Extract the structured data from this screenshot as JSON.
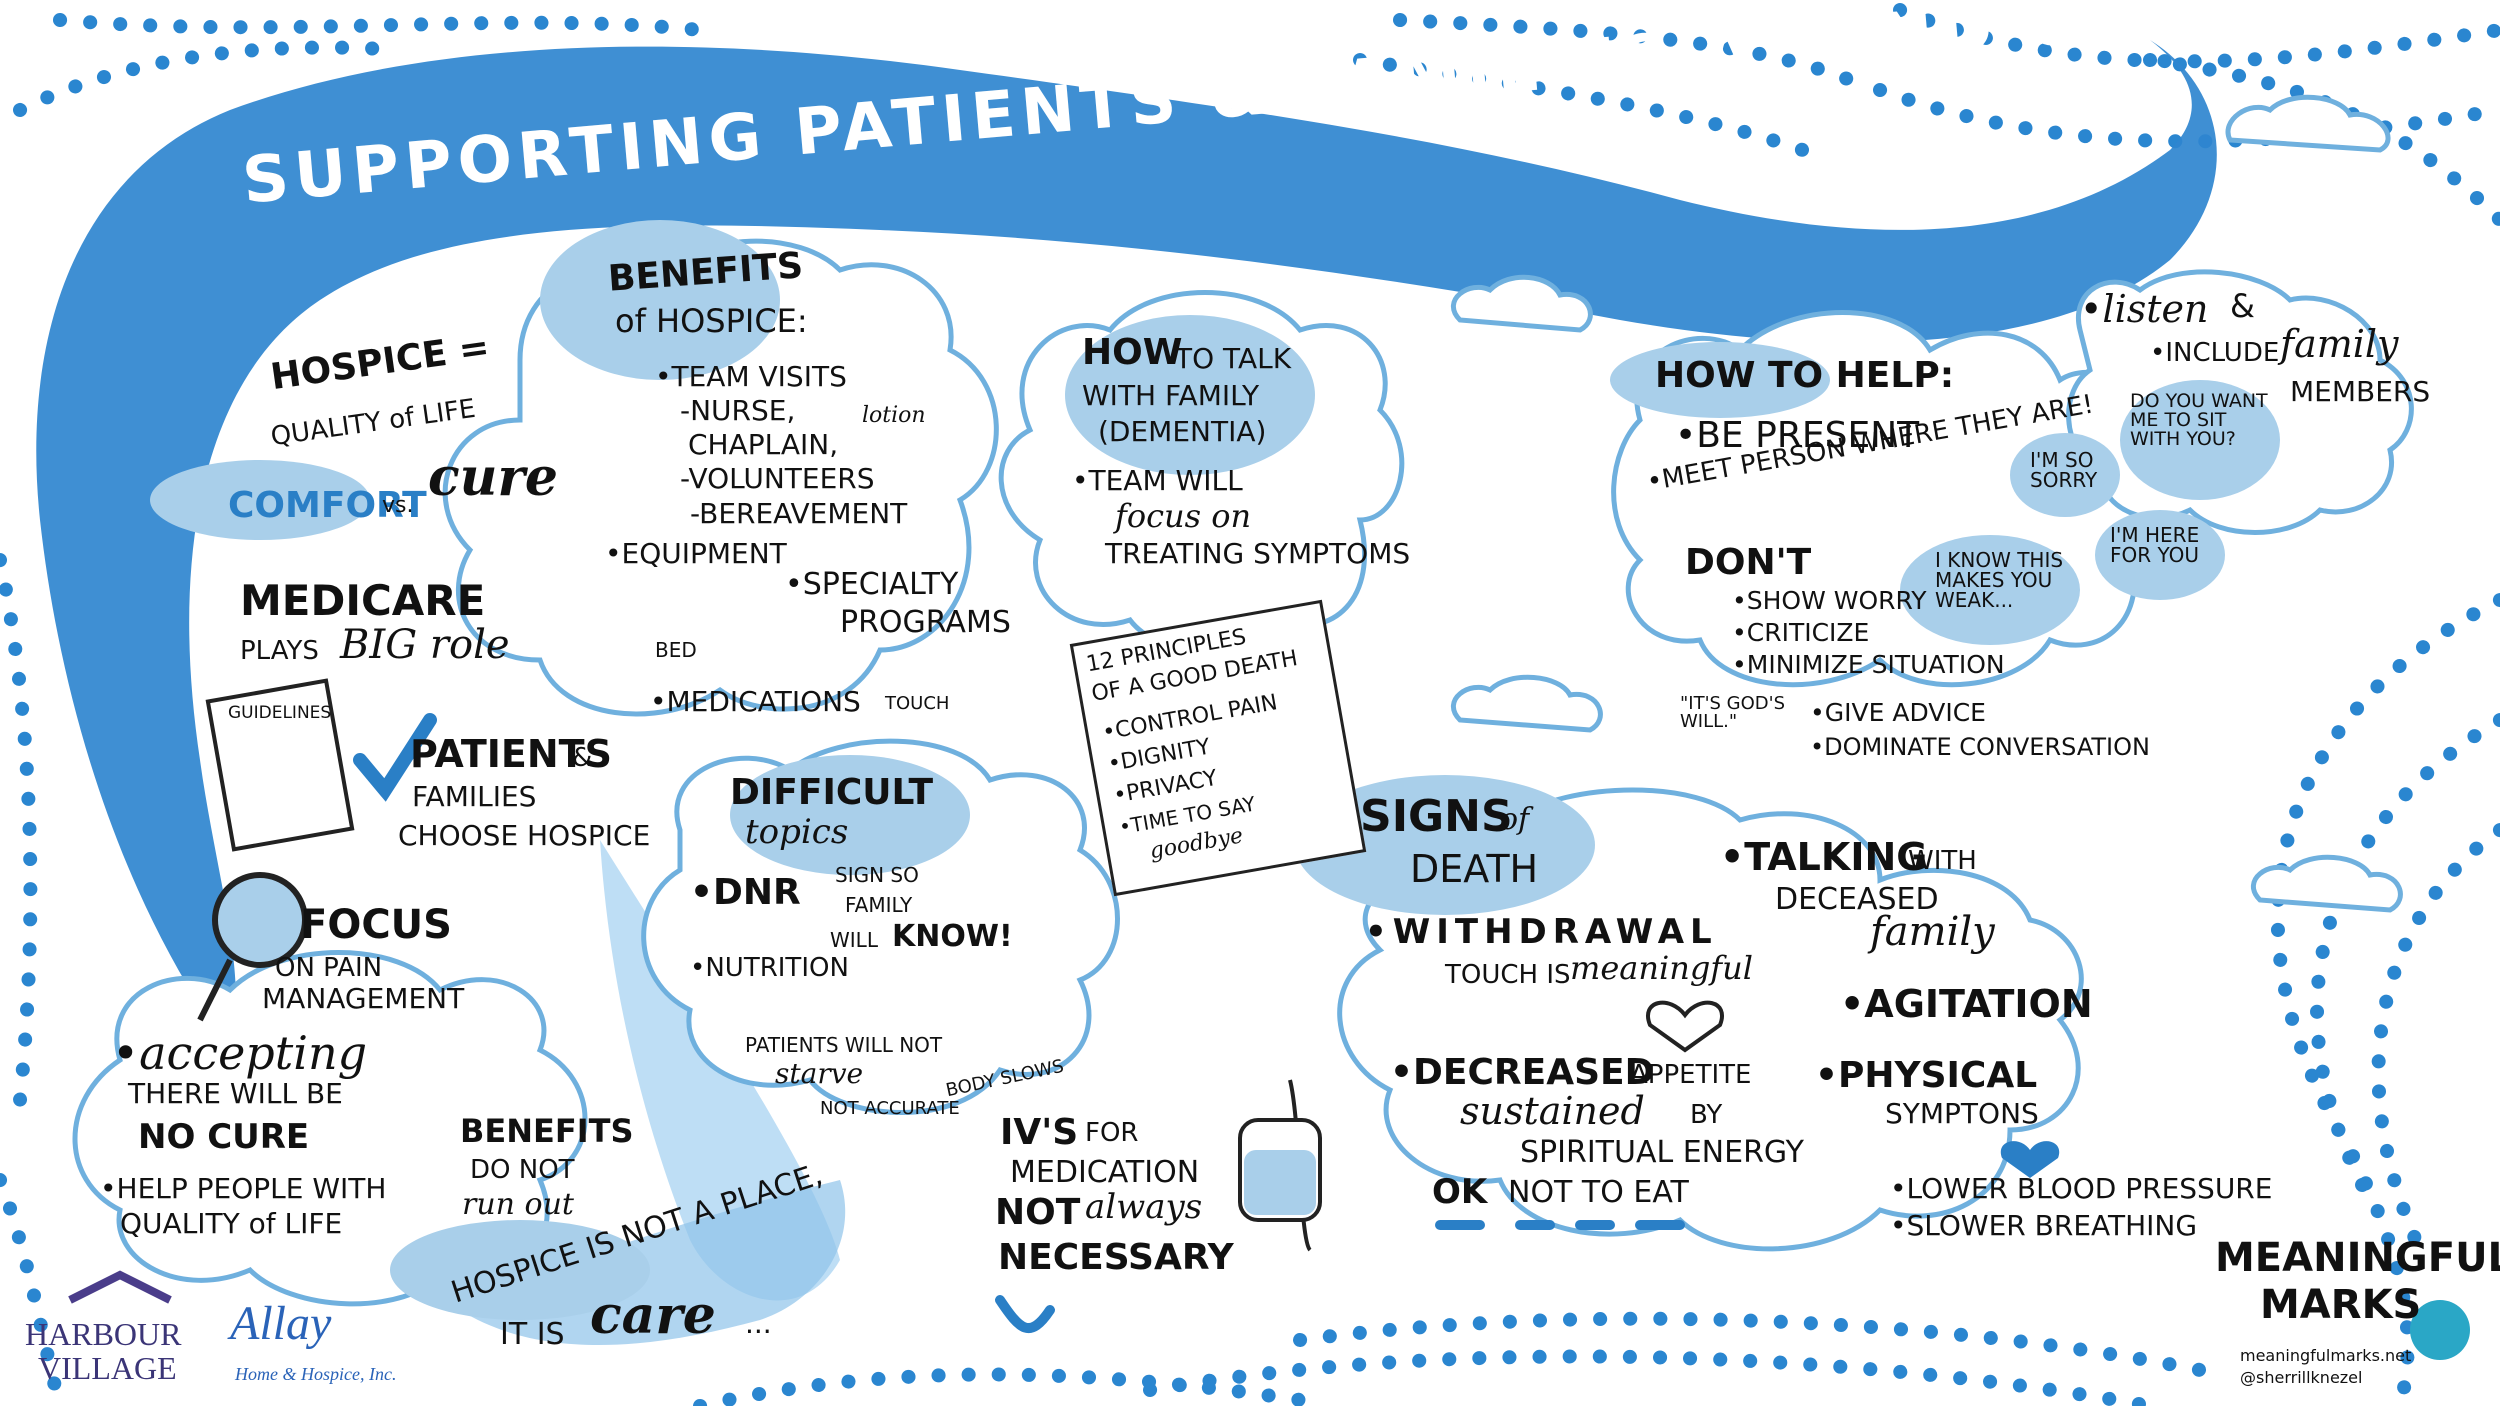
{
  "title": "SUPPORTING PATIENTS & FAMILIES AT END OF LIFE",
  "colors": {
    "accent": "#2a7fc6",
    "light": "#a9cfea",
    "ink": "#111111",
    "cloud_outline": "#6fb0de"
  },
  "hospice": {
    "heading": "HOSPICE =",
    "quality": "QUALITY of LIFE",
    "comfort": "COMFORT",
    "vs": "vs.",
    "cure": "cure",
    "medicare": "MEDICARE",
    "plays": "PLAYS",
    "big_role": "BIG role",
    "guidelines": "GUIDELINES",
    "patients": "PATIENTS",
    "amp": "&",
    "families": "FAMILIES",
    "choose": "CHOOSE HOSPICE"
  },
  "benefits_hospice": {
    "heading": "BENEFITS",
    "sub": "of HOSPICE:",
    "team_visits": "•TEAM VISITS",
    "nurse": "-NURSE,",
    "chaplain": "CHAPLAIN,",
    "volunteers": "-VOLUNTEERS",
    "bereavement": "-BEREAVEMENT",
    "lotion": "lotion",
    "equipment": "•EQUIPMENT",
    "bed": "BED",
    "specialty": "•SPECIALTY",
    "programs": "PROGRAMS",
    "medications": "•MEDICATIONS",
    "touch": "TOUCH"
  },
  "talk": {
    "how": "HOW",
    "to_talk": "TO TALK",
    "with_family": "WITH FAMILY",
    "dementia": "(DEMENTIA)",
    "team_will": "•TEAM WILL",
    "focus_on": "focus on",
    "treating": "TREATING SYMPTOMS"
  },
  "principles": {
    "heading1": "12 PRINCIPLES",
    "heading2": "OF A GOOD DEATH",
    "items": [
      "•CONTROL PAIN",
      "•DIGNITY",
      "•PRIVACY",
      "•TIME TO SAY"
    ],
    "goodbye": "goodbye"
  },
  "help": {
    "heading": "HOW TO HELP:",
    "be_present": "•BE PRESENT",
    "meet": "•MEET PERSON WHERE THEY ARE!",
    "listen": "•listen",
    "amp": "&",
    "include": "•INCLUDE",
    "family": "family",
    "members": "MEMBERS",
    "bubble_sit": "DO YOU WANT ME TO SIT WITH YOU?",
    "bubble_sorry": "I'M SO SORRY",
    "bubble_here": "I'M HERE FOR YOU",
    "bubble_weak": "I KNOW THIS MAKES YOU WEAK..."
  },
  "dont": {
    "heading": "DON'T",
    "items": [
      "•SHOW WORRY",
      "•CRITICIZE",
      "•MINIMIZE SITUATION"
    ],
    "gods_will": "\"IT'S GOD'S WILL.\"",
    "advice": "•GIVE ADVICE",
    "dominate": "•DOMINATE CONVERSATION"
  },
  "focus": {
    "focus": "FOCUS",
    "on_pain": "ON PAIN",
    "management": "MANAGEMENT",
    "accepting": "•accepting",
    "there_will_be": "THERE WILL BE",
    "no_cure": "NO CURE",
    "help_people": "•HELP PEOPLE WITH",
    "quality": "QUALITY of LIFE"
  },
  "benefits_run": {
    "benefits": "BENEFITS",
    "do_not": "DO NOT",
    "run_out": "run out"
  },
  "hospice_place": {
    "line1": "HOSPICE IS NOT A PLACE,",
    "it_is": "IT IS",
    "care": "care",
    "dots": "..."
  },
  "difficult": {
    "heading": "DIFFICULT",
    "topics": "topics",
    "dnr": "•DNR",
    "sign_so": "SIGN SO",
    "family": "FAMILY",
    "will": "WILL",
    "know": "KNOW!",
    "nutrition": "•NUTRITION",
    "patients_will_not": "PATIENTS WILL NOT",
    "starve": "starve",
    "not_accurate": "NOT ACCURATE",
    "body_slows": "BODY SLOWS"
  },
  "ivs": {
    "line1": "IV'S",
    "for": "FOR",
    "medication": "MEDICATION",
    "not": "NOT",
    "always": "always",
    "necessary": "NECESSARY"
  },
  "signs": {
    "signs": "SIGNS",
    "of": "of",
    "death": "DEATH",
    "talking": "•TALKING",
    "with": "WITH",
    "deceased": "DECEASED",
    "family": "family",
    "withdrawal": "•WITHDRAWAL",
    "touch": "TOUCH IS",
    "meaningful": "meaningful",
    "agitation": "•AGITATION",
    "decreased": "•DECREASED",
    "appetite": "APPETITE",
    "sustained": "sustained",
    "by": "BY",
    "spiritual": "SPIRITUAL ENERGY",
    "ok": "OK",
    "not_to_eat": "NOT TO EAT",
    "physical": "•PHYSICAL",
    "symptoms": "SYMPTONS",
    "blood": "•LOWER BLOOD PRESSURE",
    "breathing": "•SLOWER BREATHING"
  },
  "logos": {
    "harbour": "HARBOUR",
    "village": "VILLAGE",
    "allay": "Allay",
    "allay_sub": "Home & Hospice, Inc.",
    "mm1": "MEANINGFUL",
    "mm2": "MARKS",
    "url": "meaningfulmarks.net",
    "handle": "@sherrillknezel"
  }
}
